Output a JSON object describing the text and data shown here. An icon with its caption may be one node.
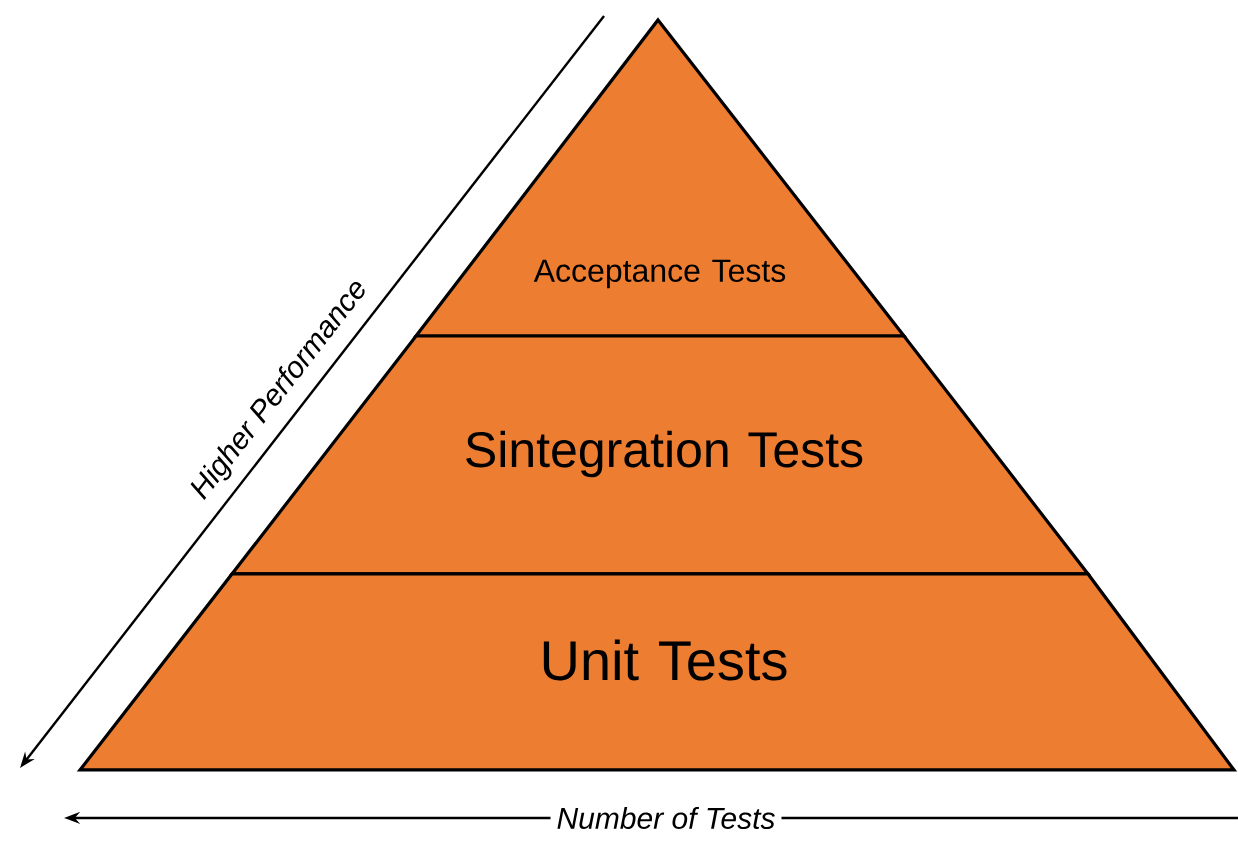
{
  "diagram": {
    "nodes": [
      {
        "text": [
          "Acceptance Tests"
        ]
      },
      {
        "text": [
          "Sintegration Tests"
        ]
      },
      {
        "text": [
          "Unit Tests"
        ]
      }
    ],
    "labels": [
      "Higher Performance",
      "Number of Tests"
    ]
  }
}
